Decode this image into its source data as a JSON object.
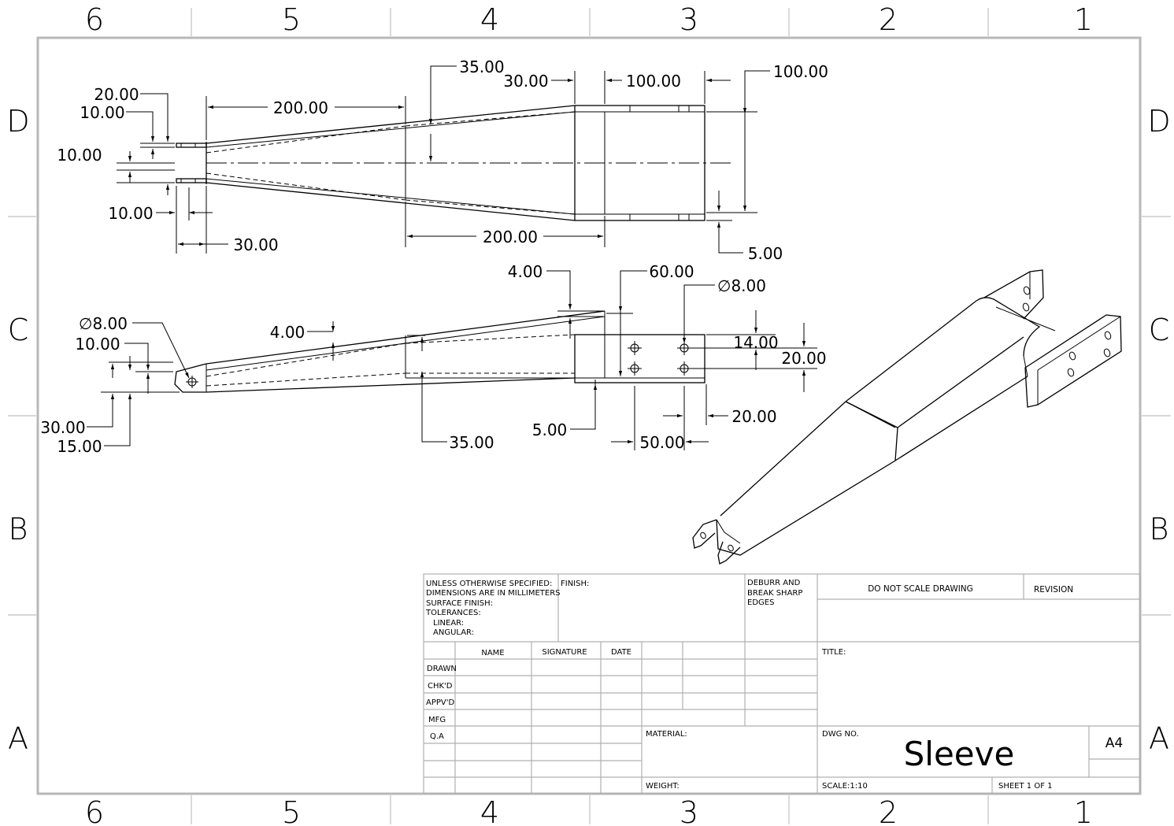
{
  "zones": {
    "columns": [
      "6",
      "5",
      "4",
      "3",
      "2",
      "1"
    ],
    "rows": [
      "D",
      "C",
      "B",
      "A"
    ]
  },
  "views": {
    "top": {
      "dims": {
        "d_20_00": "20.00",
        "d_10_00_a": "10.00",
        "d_10_00_b": "10.00",
        "d_10_00_c": "10.00",
        "d_30_00": "30.00",
        "d_200_00_a": "200.00",
        "d_200_00_b": "200.00",
        "d_35_00": "35.00",
        "d_30_00_b": "30.00",
        "d_100_00_a": "100.00",
        "d_100_00_b": "100.00",
        "d_5_00": "5.00"
      }
    },
    "front": {
      "dims": {
        "d_dia_8_a": "∅8.00",
        "d_10_00": "10.00",
        "d_30_00": "30.00",
        "d_15_00": "15.00",
        "d_4_00_a": "4.00",
        "d_4_00_b": "4.00",
        "d_35_00": "35.00",
        "d_60_00": "60.00",
        "d_dia_8_b": "∅8.00",
        "d_14_00": "14.00",
        "d_20_00_a": "20.00",
        "d_20_00_b": "20.00",
        "d_5_00": "5.00",
        "d_50_00": "50.00"
      }
    }
  },
  "title_block": {
    "notes": [
      "UNLESS OTHERWISE SPECIFIED:",
      "DIMENSIONS ARE IN MILLIMETERS",
      "SURFACE FINISH:",
      "TOLERANCES:",
      "LINEAR:",
      "ANGULAR:"
    ],
    "finish_label": "FINISH:",
    "deburr": [
      "DEBURR AND",
      "BREAK SHARP",
      "EDGES"
    ],
    "do_not_scale": "DO NOT SCALE DRAWING",
    "revision_label": "REVISION",
    "col_headers": [
      "NAME",
      "SIGNATURE",
      "DATE"
    ],
    "rows": [
      "DRAWN",
      "CHK'D",
      "APPV'D",
      "MFG",
      "Q.A"
    ],
    "title_label": "TITLE:",
    "material_label": "MATERIAL:",
    "weight_label": "WEIGHT:",
    "dwg_no_label": "DWG NO.",
    "dwg_name": "Sleeve",
    "size": "A4",
    "scale": "SCALE:1:10",
    "sheet": "SHEET 1 OF 1"
  }
}
